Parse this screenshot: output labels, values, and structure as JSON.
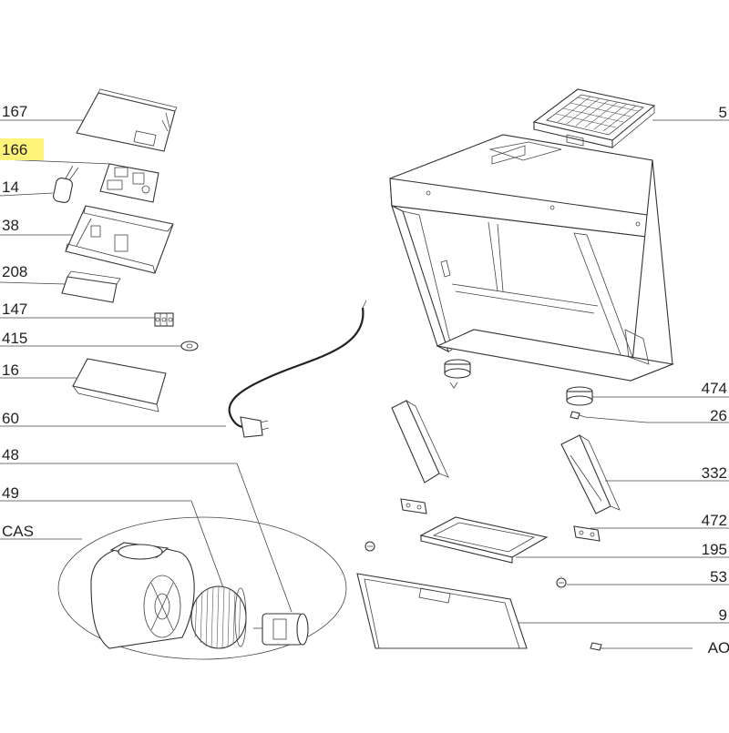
{
  "diagram": {
    "highlight_color": "#fff47a",
    "callouts_left": [
      {
        "id": "167",
        "label": "167"
      },
      {
        "id": "166",
        "label": "166",
        "highlighted": true
      },
      {
        "id": "14",
        "label": "14"
      },
      {
        "id": "38",
        "label": "38"
      },
      {
        "id": "208",
        "label": "208"
      },
      {
        "id": "147",
        "label": "147"
      },
      {
        "id": "415",
        "label": "415"
      },
      {
        "id": "16",
        "label": "16"
      },
      {
        "id": "60",
        "label": "60"
      },
      {
        "id": "48",
        "label": "48"
      },
      {
        "id": "49",
        "label": "49"
      },
      {
        "id": "cas",
        "label": "CAS"
      }
    ],
    "callouts_right": [
      {
        "id": "5",
        "label": "5"
      },
      {
        "id": "474",
        "label": "474"
      },
      {
        "id": "26",
        "label": "26"
      },
      {
        "id": "332",
        "label": "332"
      },
      {
        "id": "472",
        "label": "472"
      },
      {
        "id": "195",
        "label": "195"
      },
      {
        "id": "53",
        "label": "53"
      },
      {
        "id": "9",
        "label": "9"
      },
      {
        "id": "aol",
        "label": "AOI"
      }
    ]
  }
}
